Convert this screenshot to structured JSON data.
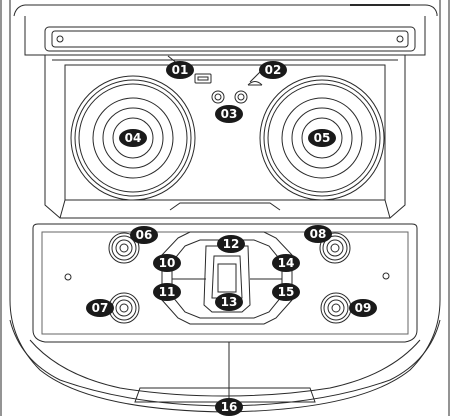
{
  "diagram": {
    "callouts": [
      {
        "id": "01",
        "label": "01"
      },
      {
        "id": "02",
        "label": "02"
      },
      {
        "id": "03",
        "label": "03"
      },
      {
        "id": "04",
        "label": "04"
      },
      {
        "id": "05",
        "label": "05"
      },
      {
        "id": "06",
        "label": "06"
      },
      {
        "id": "07",
        "label": "07"
      },
      {
        "id": "08",
        "label": "08"
      },
      {
        "id": "09",
        "label": "09"
      },
      {
        "id": "10",
        "label": "10"
      },
      {
        "id": "11",
        "label": "11"
      },
      {
        "id": "12",
        "label": "12"
      },
      {
        "id": "13",
        "label": "13"
      },
      {
        "id": "14",
        "label": "14"
      },
      {
        "id": "15",
        "label": "15"
      },
      {
        "id": "16",
        "label": "16"
      }
    ]
  },
  "colors": {
    "line": "#2a2a2a",
    "badge": "#1a1a1a",
    "badge_text": "#ffffff",
    "background": "#ffffff"
  }
}
